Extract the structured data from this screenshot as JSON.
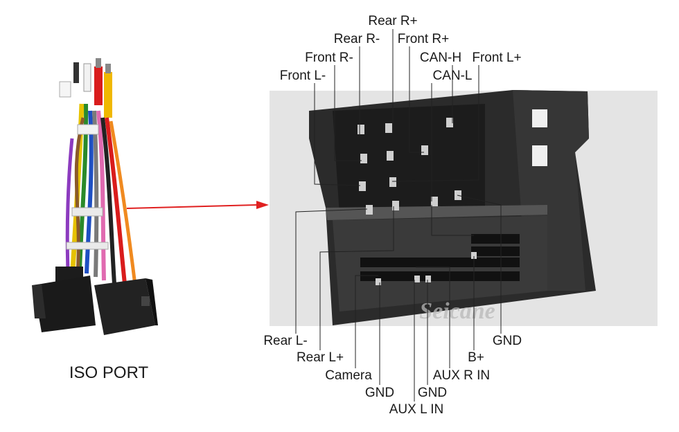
{
  "caption": "ISO PORT",
  "watermark": "Seicane",
  "labels_top": {
    "rear_r_plus": "Rear R+",
    "rear_r_minus": "Rear R-",
    "front_r_plus": "Front R+",
    "front_r_minus": "Front R-",
    "can_h": "CAN-H",
    "front_l_plus": "Front L+",
    "front_l_minus": "Front L-",
    "can_l": "CAN-L"
  },
  "labels_bottom": {
    "rear_l_minus": "Rear L-",
    "rear_l_plus": "Rear L+",
    "camera": "Camera",
    "gnd_1": "GND",
    "aux_l_in": "AUX L IN",
    "gnd_2": "GND",
    "aux_r_in": "AUX R IN",
    "b_plus": "B+",
    "gnd_3": "GND"
  },
  "colors": {
    "arrow": "#e02020",
    "connector_body": "#2b2b2b",
    "photo_background": "#e4e4e4"
  }
}
